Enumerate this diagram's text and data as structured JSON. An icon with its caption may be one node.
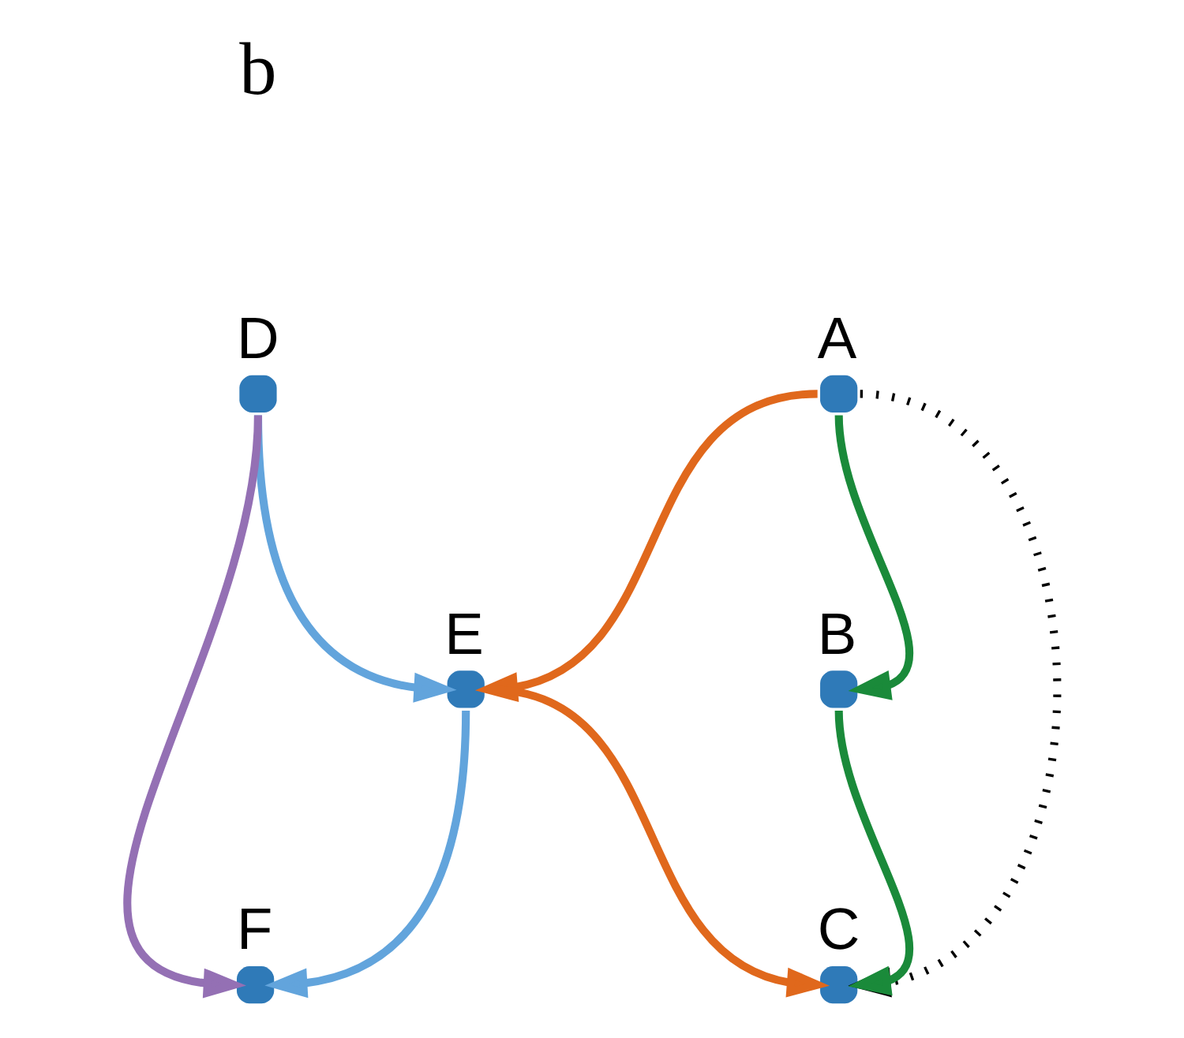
{
  "diagram": {
    "nodes": [
      {
        "text": [],
        "shape": "circle",
        "beside": [
          "D"
        ]
      },
      {
        "text": [],
        "shape": "circle",
        "beside": [
          "A"
        ]
      },
      {
        "text": [],
        "shape": "circle",
        "beside": [
          "E"
        ]
      },
      {
        "text": [],
        "shape": "circle",
        "beside": [
          "F"
        ]
      },
      {
        "text": [],
        "shape": "circle",
        "beside": [
          "B"
        ]
      },
      {
        "text": [],
        "shape": "circle",
        "beside": [
          "C"
        ]
      }
    ],
    "edges": [
      {
        "from": 1,
        "to": 4,
        "arrow": "to",
        "color": "#1a8a3a"
      },
      {
        "from": 4,
        "to": 5,
        "arrow": "to",
        "color": "#1a8a3a"
      },
      {
        "from": 1,
        "to": 2,
        "arrow": "to",
        "color": "#e0681c"
      },
      {
        "from": 2,
        "to": 5,
        "arrow": "to",
        "color": "#e0681c"
      },
      {
        "from": 1,
        "to": 5,
        "arrow": "to",
        "style": "dashed",
        "color": "#000000"
      },
      {
        "from": 0,
        "to": 2,
        "arrow": "to",
        "color": "#62a4dc"
      },
      {
        "from": 2,
        "to": 3,
        "arrow": "to",
        "color": "#62a4dc"
      },
      {
        "from": 0,
        "to": 3,
        "arrow": "to",
        "color": "#9470b4"
      }
    ],
    "labels": [
      "b"
    ]
  }
}
